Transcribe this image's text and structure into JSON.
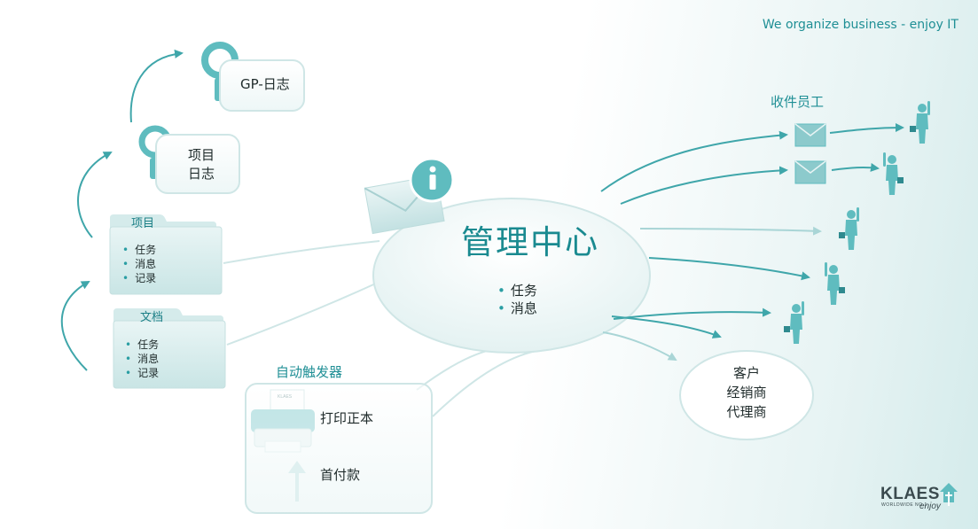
{
  "header": {
    "tagline": "We organize business - enjoy IT"
  },
  "gp_log": {
    "label": "GP-日志"
  },
  "project_log": {
    "line1": "项目",
    "line2": "日志"
  },
  "folder_project": {
    "tab": "项目",
    "items": [
      "任务",
      "消息",
      "记录"
    ]
  },
  "folder_document": {
    "tab": "文档",
    "items": [
      "任务",
      "消息",
      "记录"
    ]
  },
  "hub": {
    "title": "管理中心",
    "items": [
      "任务",
      "消息"
    ]
  },
  "auto_trigger": {
    "label": "自动触发器",
    "print_label": "打印正本",
    "payment_label": "首付款"
  },
  "recipients": {
    "label": "收件员工"
  },
  "customers": {
    "lines": [
      "客户",
      "经销商",
      "代理商"
    ]
  },
  "logo": {
    "name": "KLAES",
    "sub": "WORLDWIDE NO.1",
    "enjoy": "enjoy"
  },
  "colors": {
    "accent": "#1f8f95",
    "teal_fill": "#5fbcbf",
    "light_fill": "#e8f4f4"
  }
}
